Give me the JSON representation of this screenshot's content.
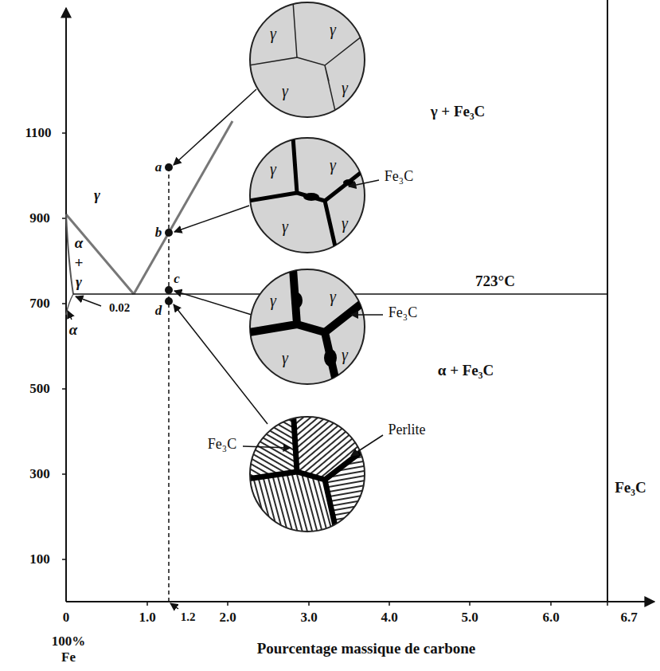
{
  "diagram": {
    "nodes": [
      {
        "text": [
          "γ",
          "γ",
          "γ",
          "γ"
        ]
      },
      {
        "text": [
          "γ",
          "γ",
          "γ",
          "γ",
          "Fe₃C"
        ]
      },
      {
        "text": [
          "γ",
          "γ",
          "γ",
          "γ",
          "Fe₃C"
        ]
      },
      {
        "text": [
          "Fe₃C",
          "Perlite"
        ]
      }
    ],
    "labels": [
      "1100",
      "900",
      "700",
      "500",
      "300",
      "100",
      "0",
      "1.0",
      "2.0",
      "3.0",
      "4.0",
      "5.0",
      "6.0",
      "6.7",
      "100% Fe",
      "Pourcentage massique de carbone",
      "γ",
      "α + γ",
      "α",
      "0.02",
      "a",
      "b",
      "c",
      "d",
      "723°C",
      "γ + Fe₃C",
      "α + Fe₃C",
      "Fe₃C",
      "1.2"
    ]
  }
}
